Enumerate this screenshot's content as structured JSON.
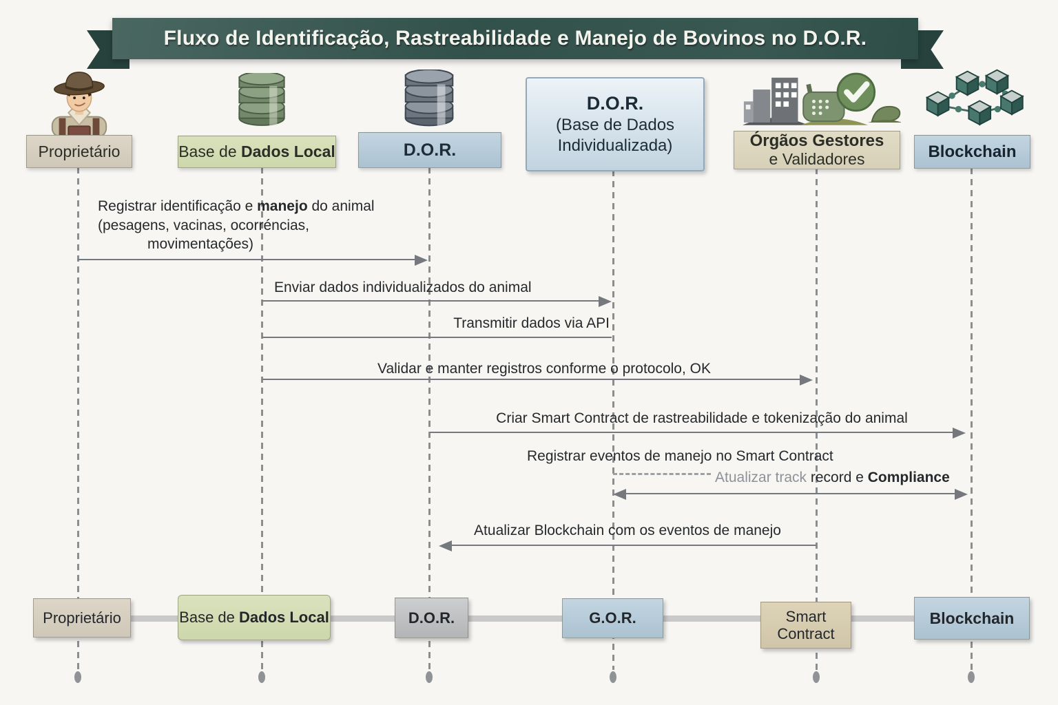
{
  "title": "Fluxo de Identificação, Rastreabilidade e Manejo de Bovinos no D.O.R.",
  "actors": {
    "proprietario": {
      "label": "Proprietário"
    },
    "base_dados_local": {
      "label_pre": "Base de ",
      "label_bold": "Dados Local"
    },
    "dor": {
      "label": "D.O.R."
    },
    "dor_individualizada": {
      "title": "D.O.R.",
      "sub1": "(Base de Dados",
      "sub2": "Individualizada)"
    },
    "orgaos_gestores": {
      "line1": "Órgãos Gestores",
      "line2": "e Validadores"
    },
    "blockchain": {
      "label": "Blockchain"
    }
  },
  "icons": {
    "proprietario": "farmer-avatar-icon",
    "base_dados_local": "database-green-icon",
    "dor": "database-gray-icon",
    "orgaos_gestores": "institutions-validators-icon",
    "blockchain": "blockchain-network-icon"
  },
  "messages": {
    "registrar_identificacao": {
      "l1a": "Registrar identificação e ",
      "l1b": "manejo",
      "l1c": " do animal",
      "l2": "(pesagens, vacinas, ocorréncias,",
      "l3": "movimentações)"
    },
    "enviar_dados": "Enviar dados individualizados do animal",
    "transmitir_api": "Transmitir dados via API",
    "validar_registros": "Validar e manter registros conforme o protocolo, OK",
    "criar_smart_contract": "Criar Smart Contract de rastreabilidade e tokenização do animal",
    "registrar_eventos": "Registrar eventos de manejo no Smart Contract",
    "atualizar_track": {
      "gray": "Atualizar track",
      "mid": " record e ",
      "bold": "Compliance"
    },
    "atualizar_blockchain": "Atualizar Blockchain com os eventos de manejo"
  },
  "footer": {
    "proprietario": "Proprietário",
    "base_dados_local_pre": "Base de ",
    "base_dados_local_bold": "Dados Local",
    "dor": "D.O.R.",
    "gor": "G.O.R.",
    "smart_contract_l1": "Smart",
    "smart_contract_l2": "Contract",
    "blockchain": "Blockchain"
  },
  "colors": {
    "banner": "#33514b",
    "tan_box": "#d6cfc0",
    "green_box": "#d4ddb4",
    "blue_box": "#bccfdc",
    "beige_box": "#ddd6bf",
    "arrow": "#75797d"
  }
}
